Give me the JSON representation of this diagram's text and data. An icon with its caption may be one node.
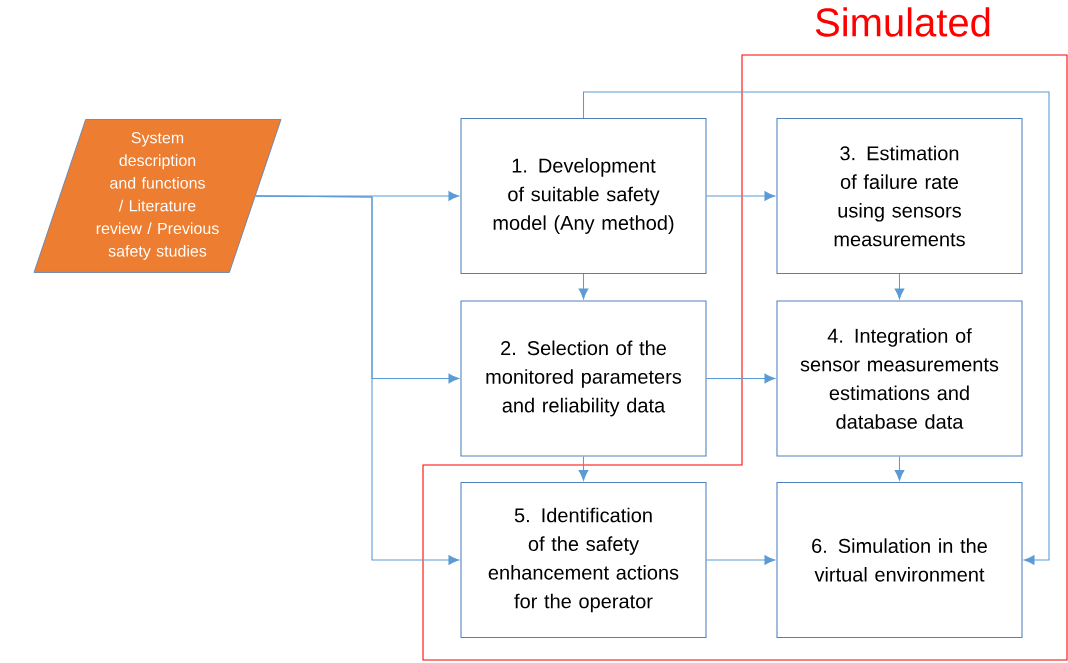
{
  "diagram": {
    "nodes": [
      {
        "text": [
          "Simulated"
        ]
      },
      {
        "text": [
          "System description and functions / Literature review / Previous safety studies"
        ]
      },
      {
        "text": [
          "1. Development of suitable safety model (Any method)"
        ]
      },
      {
        "text": [
          "2. Selection of the monitored parameters and reliability data"
        ]
      },
      {
        "text": [
          "3. Estimation of failure rate using sensors measurements"
        ],
        "in": 0
      },
      {
        "text": [
          "4. Integration of sensor measurements estimations and database data"
        ],
        "in": 0
      },
      {
        "text": [
          "5. Identification of the safety enhancement actions for the operator"
        ],
        "in": 0
      },
      {
        "text": [
          "6. Simulation in the virtual environment"
        ],
        "in": 0
      }
    ],
    "edges": [
      {
        "from": 1,
        "to": 2,
        "arrow": "to"
      },
      {
        "from": 1,
        "to": 3,
        "arrow": "to"
      },
      {
        "from": 1,
        "to": 6,
        "arrow": "to"
      },
      {
        "from": 2,
        "to": 4,
        "arrow": "to"
      },
      {
        "from": 2,
        "to": 3,
        "arrow": "to"
      },
      {
        "from": 2,
        "to": 7,
        "arrow": "to"
      },
      {
        "from": 4,
        "to": 5,
        "arrow": "to"
      },
      {
        "from": 3,
        "to": 5,
        "arrow": "to"
      },
      {
        "from": 3,
        "to": 6,
        "arrow": "to"
      },
      {
        "from": 5,
        "to": 7,
        "arrow": "to"
      },
      {
        "from": 6,
        "to": 7,
        "arrow": "to"
      }
    ]
  }
}
